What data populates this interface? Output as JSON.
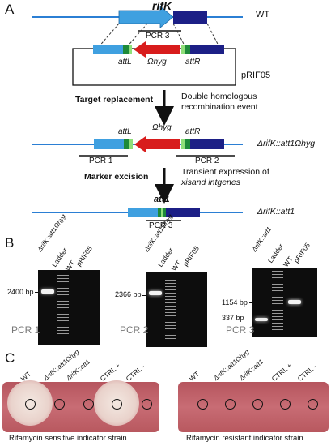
{
  "panel_a": {
    "letter": "A",
    "gene_label": "rifK",
    "wt_label": "WT",
    "pcr3_label": "PCR 3",
    "plasmid_label": "pRIF05",
    "attl_label": "attL",
    "omega_hyg_label": "Ωhyg",
    "attr_label": "attR",
    "step1_bold": "Target replacement",
    "step1_text_line1": "Double homologous",
    "step1_text_line2": "recombination event",
    "mutant1_attl": "attL",
    "mutant1_omega": "Ωhyg",
    "mutant1_attr": "attR",
    "mutant1_label": "ΔrifK::att1Ωhyg",
    "pcr1_label": "PCR 1",
    "pcr2_label": "PCR 2",
    "step2_bold": "Marker excision",
    "step2_text_line1": "Transient expression of",
    "step2_text_line2": "xisand intgenes",
    "mutant2_att": "att1",
    "mutant2_pcr3": "PCR 3",
    "mutant2_label": "ΔrifK::att1"
  },
  "panel_b": {
    "letter": "B",
    "gels": [
      {
        "lanes": [
          "ΔrifK::att1Ωhyg",
          "Ladder",
          "WT",
          "pRIF05"
        ],
        "size_label": "2400 bp",
        "name": "PCR 1"
      },
      {
        "lanes": [
          "ΔrifK::att1Ωhyg",
          "Ladder",
          "WT",
          "pRIF05"
        ],
        "size_label": "2366 bp",
        "name": "PCR 2"
      },
      {
        "lanes": [
          "ΔrifK::att1",
          "Ladder",
          "WT",
          "pRIF05"
        ],
        "size_labels": [
          "1154 bp",
          "337 bp"
        ],
        "name": "PCR 3"
      }
    ]
  },
  "panel_c": {
    "letter": "C",
    "plates": [
      {
        "labels": [
          "WT",
          "ΔrifK::att1Ωhyg",
          "ΔrifK::att1",
          "CTRL +",
          "CTRL -"
        ],
        "caption": "Rifamycin sensitive indicator strain"
      },
      {
        "labels": [
          "WT",
          "ΔrifK::att1Ωhyg",
          "ΔrifK::att1",
          "CTRL +",
          "CTRL -"
        ],
        "caption": "Rifamycin resistant indicator strain"
      }
    ]
  },
  "colors": {
    "dna_line": "#2b7fd4",
    "gene_light": "#3fa0e0",
    "gene_dark": "#1c1f86",
    "att_green": "#1e8a3a",
    "att_light_green": "#8fe07a",
    "hyg_red": "#d81c1c",
    "plate_pink": "#c9646e"
  }
}
